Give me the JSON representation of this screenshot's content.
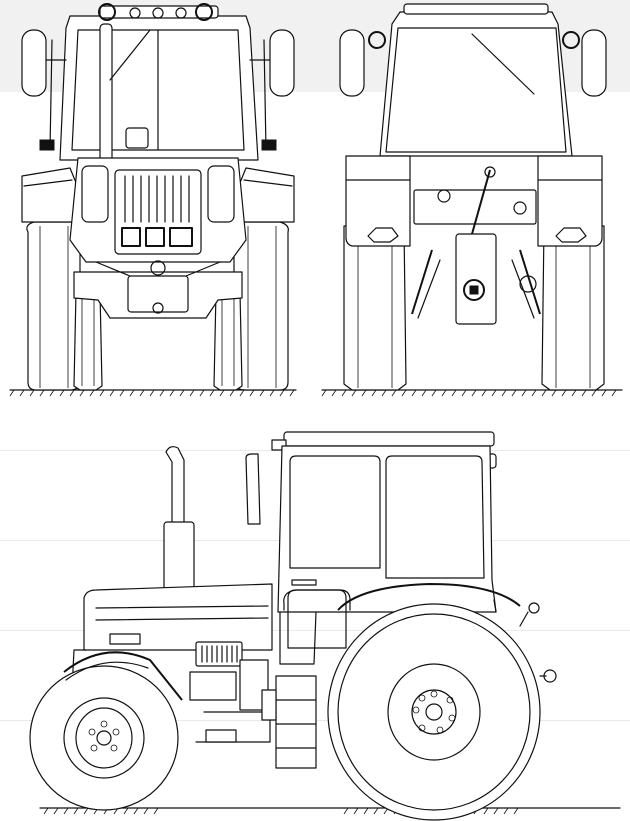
{
  "drawing": {
    "views": [
      "front-view",
      "rear-view",
      "side-view"
    ],
    "colors": {
      "line": "#111111",
      "background": "#ffffff",
      "band": "#f1f1f1"
    }
  }
}
